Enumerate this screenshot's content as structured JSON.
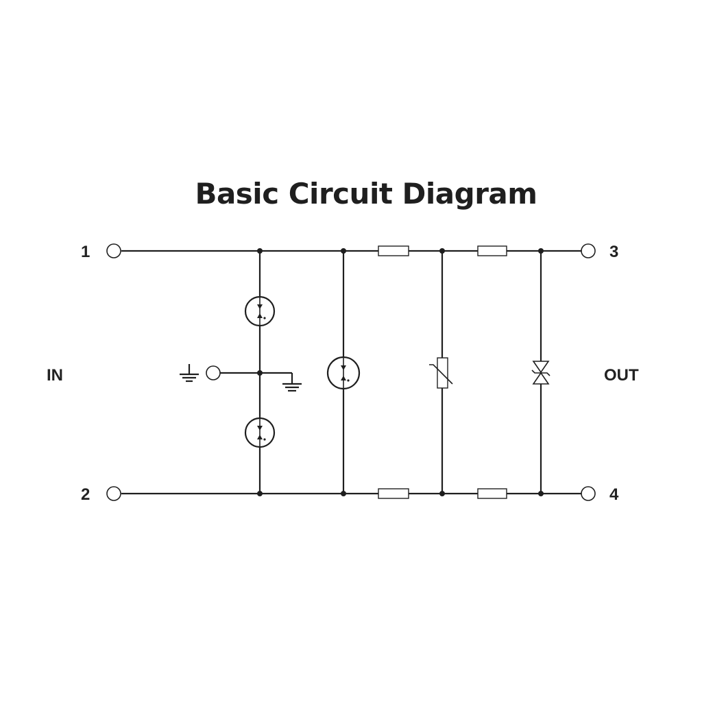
{
  "title": "Basic Circuit Diagram",
  "terminals": {
    "t1": "1",
    "t2": "2",
    "t3": "3",
    "t4": "4"
  },
  "side_labels": {
    "input": "IN",
    "output": "OUT"
  }
}
